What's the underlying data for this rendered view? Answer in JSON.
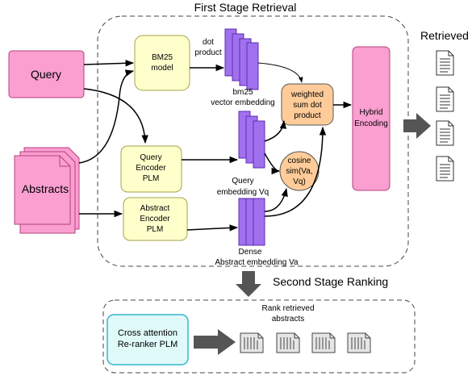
{
  "titles": {
    "first_stage": "First Stage Retrieval",
    "second_stage": "Second Stage Ranking",
    "retrieved": "Retrieved"
  },
  "nodes": {
    "query": "Query",
    "abstracts": "Abstracts",
    "bm25_model": [
      "BM25",
      "model"
    ],
    "query_encoder": [
      "Query",
      "Encoder",
      "PLM"
    ],
    "abstract_encoder": [
      "Abstract",
      "Encoder",
      "PLM"
    ],
    "weighted_sum": [
      "weighted",
      "sum dot",
      "product"
    ],
    "cosine_sim": [
      "cosine",
      "sim(Va,",
      "Vq)"
    ],
    "hybrid_encoding": [
      "Hybrid",
      "Encoding"
    ],
    "cross_attention": [
      "Cross attention",
      "Re-ranker PLM"
    ]
  },
  "labels": {
    "dot_product": [
      "dot",
      "product"
    ],
    "bm25_vector": [
      "bm25",
      "vector embedding"
    ],
    "query_embedding": [
      "Query",
      "embedding Vq"
    ],
    "abstract_embedding": [
      "Dense",
      "Abstract embedding Va"
    ],
    "rank_retrieved": [
      "Rank retrieved",
      "abstracts"
    ]
  },
  "colors": {
    "pink": "#fa9fd0",
    "yellow": "#ffffcc",
    "purple": "#a070ee",
    "orange": "#ffcc99",
    "cyan": "#e0fafa",
    "cyan_border": "#33b5cc",
    "dark_arrow": "#555555"
  }
}
